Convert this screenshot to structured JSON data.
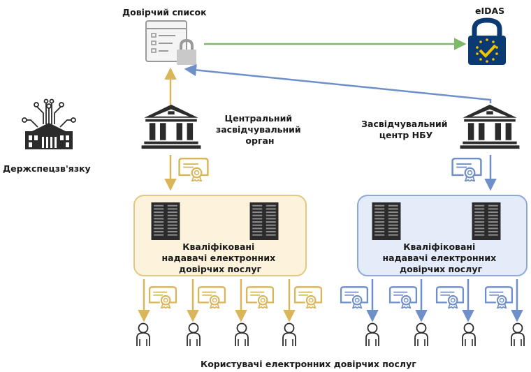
{
  "labels": {
    "trusted_list": "Довірчий список",
    "eidas": "eIDAS",
    "central_authority": [
      "Центральний",
      "засвідчувальний",
      "орган"
    ],
    "nbu_center": [
      "Засвідчувальний",
      "центр НБУ"
    ],
    "regulator": "Держспецзв'язку",
    "qtsp_left": [
      "Кваліфіковані",
      "надавачі електронних",
      "довірчих послуг"
    ],
    "qtsp_right": [
      "Кваліфіковані",
      "надавачі електронних",
      "довірчих послуг"
    ],
    "users": "Користувачі електронних довірчих послуг"
  },
  "colors": {
    "gold": "#d9b65a",
    "blue": "#6f8fc9",
    "green": "#7fb866",
    "dark": "#2b2b2b",
    "gold_fill": "#fdf3dc",
    "blue_fill": "#e3ecf8",
    "padlock_blue": "#0b3a73",
    "eu_star": "#f4c400"
  },
  "icons": {
    "trusted_list": "trusted-list-document-lock-icon",
    "eidas": "eidas-padlock-icon",
    "regulator": "government-circuit-building-icon",
    "authority": "bank-building-icon",
    "server": "server-rack-icon",
    "certificate": "certificate-icon",
    "user": "user-icon"
  }
}
